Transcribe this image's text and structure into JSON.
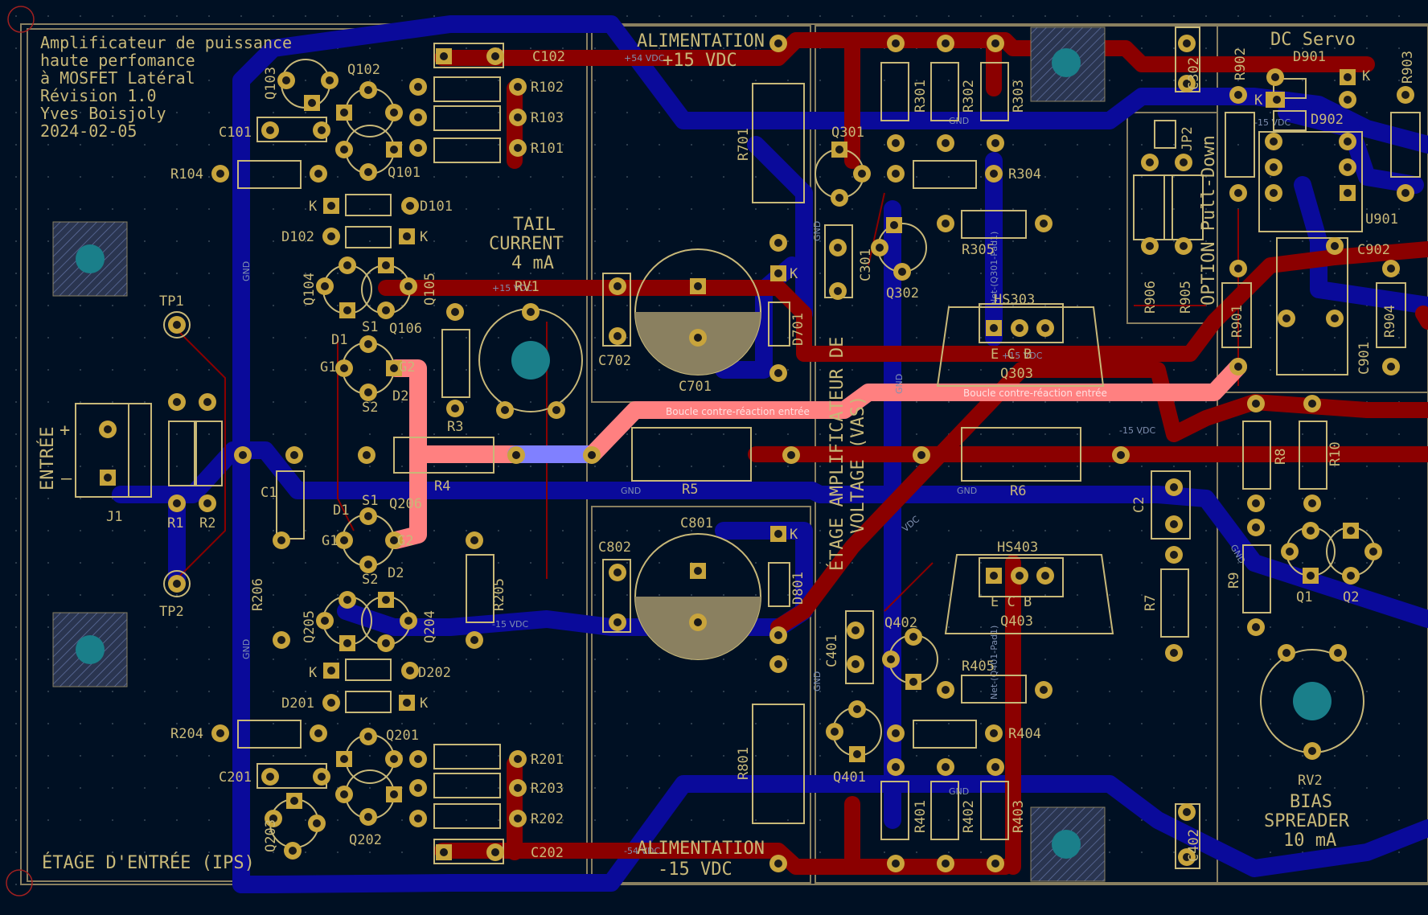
{
  "colors": {
    "background": "#001023",
    "front_copper": "#8b0000",
    "back_copper": "#0a0a9a",
    "silkscreen": "#c8b878",
    "pad": "#c8a43c",
    "highlight_net": "#ff8080",
    "highlight_net_back": "#8080ff",
    "mounting_hole": "#1a7f8a"
  },
  "title_block": {
    "line1": "Amplificateur de puissance",
    "line2": "haute perfomance",
    "line3": "à MOSFET Latéral",
    "line4": "Révision 1.0",
    "line5": "Yves Boisjoly",
    "line6": "2024-02-05"
  },
  "sections": {
    "ips": "ÉTAGE D'ENTRÉE (IPS)",
    "vas_line1": "ÉTAGE AMPLIFICATEUR DE",
    "vas_line2": "VOLTAGE (VAS)",
    "dc_servo": "DC Servo",
    "option": "OPTION Pull-Down",
    "supply_pos_title": "ALIMENTATION",
    "supply_pos_value": "+15 VDC",
    "supply_neg_title": "ALIMENTATION",
    "supply_neg_value": "-15 VDC",
    "tail_line1": "TAIL",
    "tail_line2": "CURRENT",
    "tail_line3": "4 mA",
    "bias_line1": "BIAS",
    "bias_line2": "SPREADER",
    "bias_line3": "10 mA",
    "input": "ENTRÉE",
    "input_plus": "+",
    "input_minus": "–"
  },
  "nets": {
    "feedback": "Boucle contre-réaction entrée",
    "feedback_short": "Boucle contre-réaction entrée",
    "gnd": "GND",
    "p15": "+15 VDC",
    "m15": "-15 VDC",
    "p54": "+54 VDC",
    "m54": "-54 VDC",
    "vdc": "VDC",
    "net_q301": "Net-(Q301-Pad1)",
    "net_q401": "Net-(Q401-Pad1)",
    "e_c_b_top": "E C B",
    "e_c_b_bottom": "E C B"
  },
  "refdes": {
    "Q103": "Q103",
    "Q102": "Q102",
    "Q101": "Q101",
    "C101": "C101",
    "C102": "C102",
    "R102": "R102",
    "R103": "R103",
    "R101": "R101",
    "R104": "R104",
    "D101": "D101",
    "D102": "D102",
    "Q104": "Q104",
    "Q105": "Q105",
    "Q106": "Q106",
    "RV1": "RV1",
    "R3": "R3",
    "R4": "R4",
    "R5": "R5",
    "R6": "R6",
    "TP1": "TP1",
    "TP2": "TP2",
    "J1": "J1",
    "R1": "R1",
    "R2": "R2",
    "C1": "C1",
    "Q206": "Q206",
    "R206": "R206",
    "R205": "R205",
    "Q205": "Q205",
    "Q204": "Q204",
    "D202": "D202",
    "D201": "D201",
    "R204": "R204",
    "C201": "C201",
    "Q201": "Q201",
    "Q202": "Q202",
    "Q203": "Q203",
    "R201": "R201",
    "R203": "R203",
    "R202": "R202",
    "C202": "C202",
    "R701": "R701",
    "C702": "C702",
    "C701": "C701",
    "D701": "D701",
    "C801": "C801",
    "C802": "C802",
    "D801": "D801",
    "R801": "R801",
    "R301": "R301",
    "R302": "R302",
    "R303": "R303",
    "Q301": "Q301",
    "R304": "R304",
    "R305": "R305",
    "C301": "C301",
    "Q302": "Q302",
    "HS303": "HS303",
    "Q303": "Q303",
    "HS403": "HS403",
    "Q403": "Q403",
    "Q402": "Q402",
    "C401": "C401",
    "R405": "R405",
    "R404": "R404",
    "Q401": "Q401",
    "R401": "R401",
    "R402": "R402",
    "R403": "R403",
    "C302": "C302",
    "C402": "C402",
    "JP2": "JP2",
    "R902": "R902",
    "D901": "D901",
    "R903": "R903",
    "D902": "D902",
    "U901": "U901",
    "C902": "C902",
    "R906": "R906",
    "R905": "R905",
    "R901": "R901",
    "R904": "R904",
    "C901": "C901",
    "R8": "R8",
    "R10": "R10",
    "C2": "C2",
    "R7": "R7",
    "R9": "R9",
    "Q1": "Q1",
    "Q2": "Q2",
    "RV2": "RV2",
    "S1": "S1",
    "S2": "S2",
    "D1": "D1",
    "D2": "D2",
    "G1": "G1",
    "G2": "G2",
    "K": "K"
  }
}
